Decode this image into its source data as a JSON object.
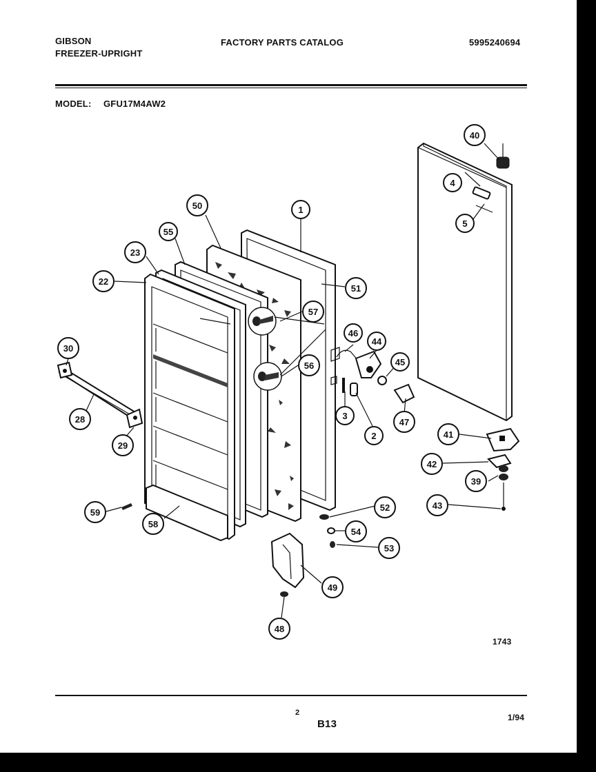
{
  "header": {
    "brand": "GIBSON",
    "product": "FREEZER-UPRIGHT",
    "catalog_title": "FACTORY PARTS CATALOG",
    "catalog_number": "5995240694"
  },
  "model": {
    "label": "MODEL:",
    "value": "GFU17M4AW2"
  },
  "diagram": {
    "figure_code": "1743",
    "callouts": [
      "1",
      "2",
      "3",
      "4",
      "5",
      "22",
      "23",
      "28",
      "29",
      "30",
      "39",
      "40",
      "41",
      "42",
      "43",
      "44",
      "45",
      "46",
      "47",
      "48",
      "49",
      "50",
      "51",
      "52",
      "53",
      "54",
      "55",
      "56",
      "57",
      "58",
      "59"
    ]
  },
  "footer": {
    "page_number": "2",
    "section": "B13",
    "date": "1/94"
  },
  "colors": {
    "ink": "#111111",
    "paper": "#ffffff",
    "border": "#000000"
  }
}
